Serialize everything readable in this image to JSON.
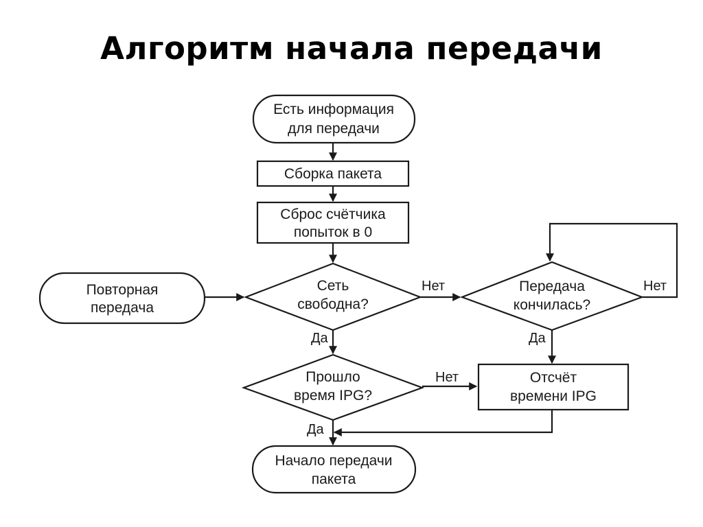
{
  "title": "Алгоритм начала передачи",
  "nodes": {
    "start": [
      "Есть информация",
      "для передачи"
    ],
    "assemble": [
      "Сборка пакета"
    ],
    "reset": [
      "Сброс счётчика",
      "попыток в 0"
    ],
    "retry": [
      "Повторная",
      "передача"
    ],
    "network_free": [
      "Сеть",
      "свободна?"
    ],
    "tx_finished": [
      "Передача",
      "кончилась?"
    ],
    "ipg_passed": [
      "Прошло",
      "время IPG?"
    ],
    "ipg_count": [
      "Отсчёт",
      "времени IPG"
    ],
    "begin_tx": [
      "Начало передачи",
      "пакета"
    ]
  },
  "edge_labels": {
    "network_no": "Нет",
    "finished_no": "Нет",
    "network_yes": "Да",
    "finished_yes": "Да",
    "ipg_no": "Нет",
    "ipg_yes": "Да"
  }
}
